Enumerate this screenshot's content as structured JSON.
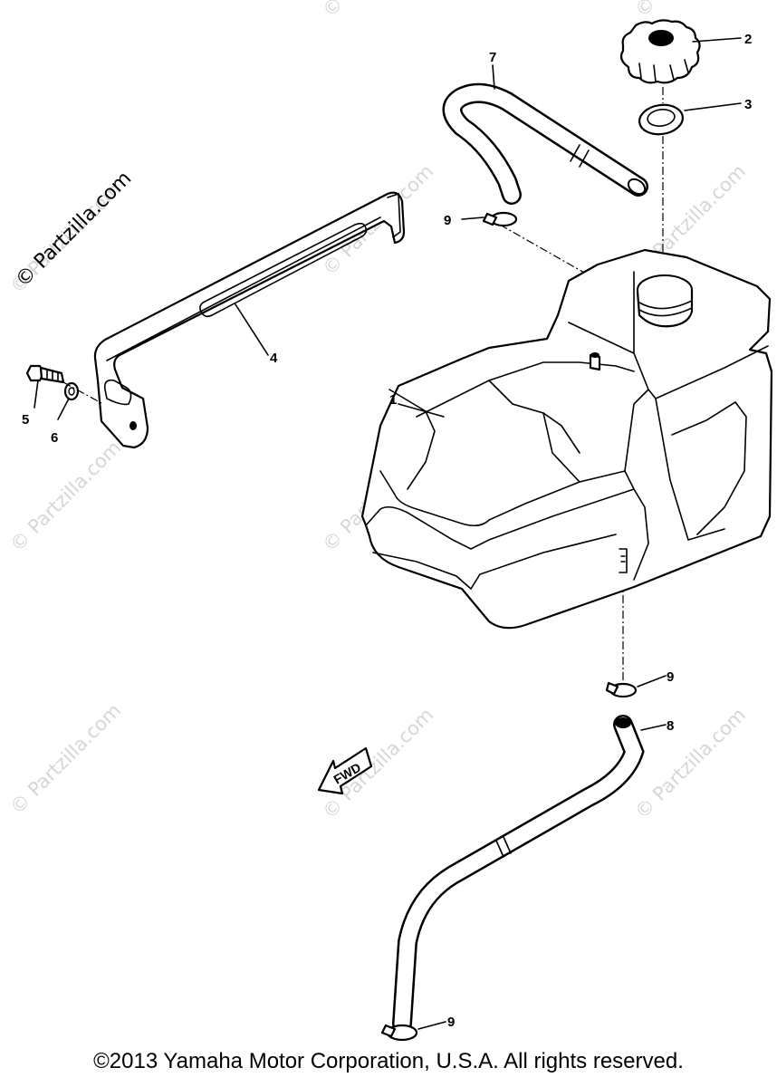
{
  "diagram": {
    "labels": {
      "p1": "1",
      "p2": "2",
      "p3": "3",
      "p4": "4",
      "p5": "5",
      "p6": "6",
      "p7": "7",
      "p8": "8",
      "p9a": "9",
      "p9b": "9",
      "p9c": "9"
    },
    "fwd": "FWD"
  },
  "watermark": {
    "main": "© Partzilla.com",
    "repeat": "© Partzilla.com"
  },
  "footer": {
    "copyright": "©2013  Yamaha Motor Corporation, U.S.A. All rights reserved."
  }
}
